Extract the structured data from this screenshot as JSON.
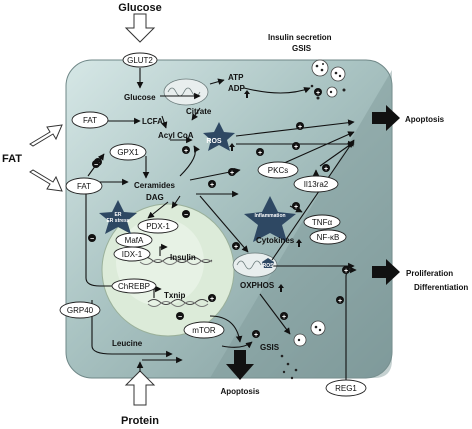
{
  "inputs": {
    "glucose": "Glucose",
    "fat": "FAT",
    "protein": "Protein"
  },
  "nodes": {
    "glut2": "GLUT2",
    "glucose_inner": "Glucose",
    "citrate": "Citrate",
    "atp": "ATP",
    "adp": "ADP",
    "fat_top": "FAT",
    "fat_bottom": "FAT",
    "lcfa": "LCFA",
    "acyl_coa": "Acyl CoA",
    "gpx1": "GPX1",
    "ros": "ROS",
    "ceramides": "Ceramides",
    "dag": "DAG",
    "pkcs": "PKCs",
    "il13ra2": "Il13ra2",
    "er_stress": "ER stress",
    "inflammation": "Inflammation",
    "pdx1": "PDX-1",
    "mafa": "MafA",
    "idx1": "IDX-1",
    "insulin": "Insulin",
    "chrebp": "ChREBP",
    "txnip": "Txnip",
    "tnfa": "TNFα",
    "nfkb": "NF-κB",
    "cytokines": "Cytokines",
    "oxphos": "OXPHOS",
    "ros_small": "ROS",
    "grp40": "GRP40",
    "leucine": "Leucine",
    "mtor": "mTOR",
    "gsis": "GSIS",
    "reg1": "REG1"
  },
  "outputs": {
    "insulin_secretion": "Insulin secretion",
    "gsis_top": "GSIS",
    "apoptosis_right": "Apoptosis",
    "proliferation": "Proliferation",
    "differentiation": "Differentiation",
    "apoptosis_bottom": "Apoptosis"
  },
  "signs": {
    "plus": "+",
    "minus": "−"
  },
  "colors": {
    "cell_fill": "#8faaaa",
    "cell_light": "#c7dcdc",
    "nucleus_fill": "#d9ead8",
    "star": "#2e4863"
  }
}
